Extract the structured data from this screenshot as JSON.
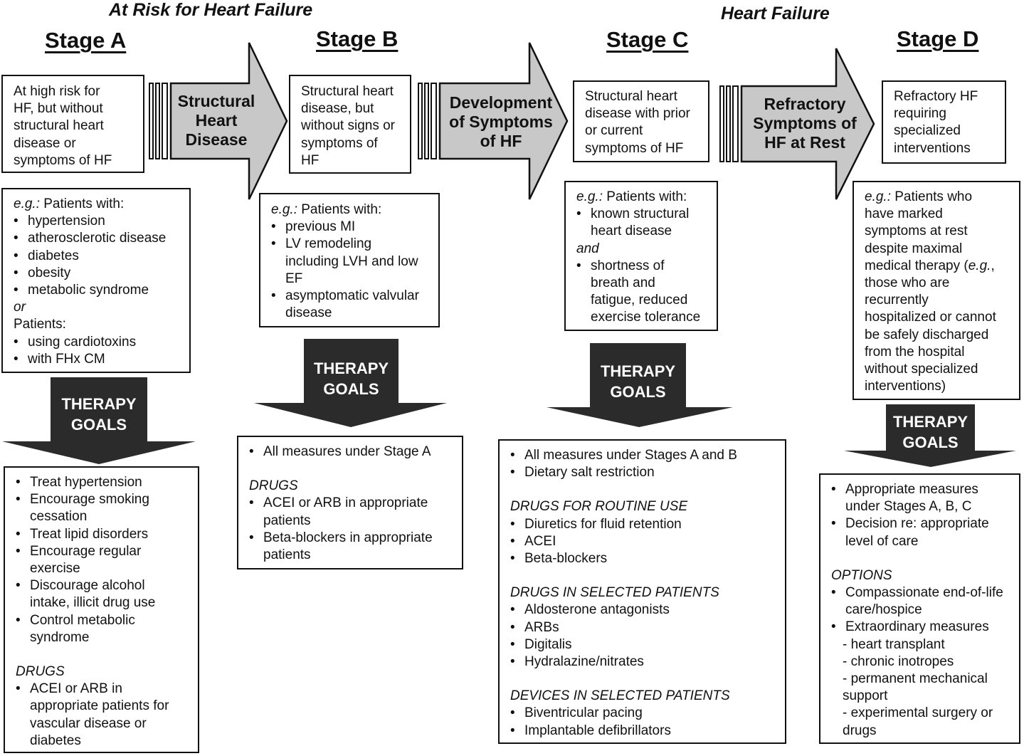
{
  "headers": {
    "at_risk": "At Risk for Heart Failure",
    "heart_failure": "Heart Failure"
  },
  "stages": {
    "a": "Stage A",
    "b": "Stage B",
    "c": "Stage C",
    "d": "Stage D"
  },
  "transitions": {
    "ab": [
      "Structural",
      "Heart",
      "Disease"
    ],
    "bc": [
      "Development",
      "of Symptoms",
      "of HF"
    ],
    "cd": [
      "Refractory",
      "Symptoms of",
      "HF at Rest"
    ]
  },
  "definitions": {
    "a": [
      "At high risk for",
      "HF, but without",
      "structural heart",
      "disease or",
      "symptoms of HF"
    ],
    "b": [
      "Structural heart",
      "disease, but",
      "without signs or",
      "symptoms of",
      "HF"
    ],
    "c": [
      "Structural heart",
      "disease with prior",
      "or current",
      "symptoms of HF"
    ],
    "d": [
      "Refractory HF",
      "requiring",
      "specialized",
      "interventions"
    ]
  },
  "examples": {
    "a": {
      "eg": "e.g.:",
      "lead": " Patients with:",
      "items": [
        "hypertension",
        "atherosclerotic disease",
        "diabetes",
        "obesity",
        "metabolic syndrome"
      ],
      "or": "or",
      "lead2": "Patients:",
      "items2": [
        "using cardiotoxins",
        "with FHx CM"
      ]
    },
    "b": {
      "eg": "e.g.:",
      "lead": " Patients with:",
      "items": [
        [
          "previous MI"
        ],
        [
          "LV remodeling",
          "including LVH and low",
          "EF"
        ],
        [
          "asymptomatic valvular",
          "disease"
        ]
      ]
    },
    "c": {
      "eg": "e.g.:",
      "lead": " Patients with:",
      "item1": [
        "known structural",
        "heart disease"
      ],
      "and": "and",
      "item2": [
        "shortness of",
        "breath and",
        "fatigue, reduced",
        "exercise tolerance"
      ]
    },
    "d": {
      "eg": "e.g.:",
      "lines": [
        " Patients who",
        "have marked",
        "symptoms at rest",
        "despite maximal",
        "medical therapy ("
      ],
      "eg2": "e.g.",
      "after": ",",
      "lines2": [
        "those who are",
        "recurrently",
        "hospitalized or cannot",
        "be safely discharged",
        "from the hospital",
        "without specialized",
        "interventions)"
      ]
    }
  },
  "therapy_goals": [
    "THERAPY",
    "GOALS"
  ],
  "goals": {
    "a": {
      "items": [
        [
          "Treat hypertension"
        ],
        [
          "Encourage smoking",
          "cessation"
        ],
        [
          "Treat lipid disorders"
        ],
        [
          "Encourage regular",
          "exercise"
        ],
        [
          "Discourage alcohol",
          "intake, illicit drug use"
        ],
        [
          "Control metabolic",
          "syndrome"
        ]
      ],
      "drugs_title": "DRUGS",
      "drugs": [
        [
          "ACEI or ARB in",
          "appropriate patients for",
          "vascular disease or",
          "diabetes"
        ]
      ]
    },
    "b": {
      "items": [
        [
          "All measures under Stage A"
        ]
      ],
      "drugs_title": "DRUGS",
      "drugs": [
        [
          "ACEI or ARB in appropriate",
          "patients"
        ],
        [
          "Beta-blockers in appropriate",
          "patients"
        ]
      ]
    },
    "c": {
      "items": [
        "All measures under Stages A and B",
        "Dietary salt restriction"
      ],
      "routine_title": "DRUGS FOR ROUTINE USE",
      "routine": [
        "Diuretics for fluid retention",
        "ACEI",
        "Beta-blockers"
      ],
      "selected_title": "DRUGS IN SELECTED PATIENTS",
      "selected": [
        "Aldosterone antagonists",
        "ARBs",
        "Digitalis",
        "Hydralazine/nitrates"
      ],
      "devices_title": "DEVICES IN SELECTED PATIENTS",
      "devices": [
        "Biventricular pacing",
        "Implantable defibrillators"
      ]
    },
    "d": {
      "items": [
        [
          "Appropriate measures",
          "under Stages A, B, C"
        ],
        [
          "Decision re: appropriate",
          "level of care"
        ]
      ],
      "options_title": "OPTIONS",
      "options": [
        [
          "Compassionate end-of-life",
          "care/hospice"
        ],
        [
          "Extraordinary measures"
        ]
      ],
      "subs": [
        [
          "- heart transplant"
        ],
        [
          "- chronic inotropes"
        ],
        [
          "- permanent mechanical",
          "support"
        ],
        [
          "- experimental surgery or",
          "drugs"
        ]
      ]
    }
  }
}
